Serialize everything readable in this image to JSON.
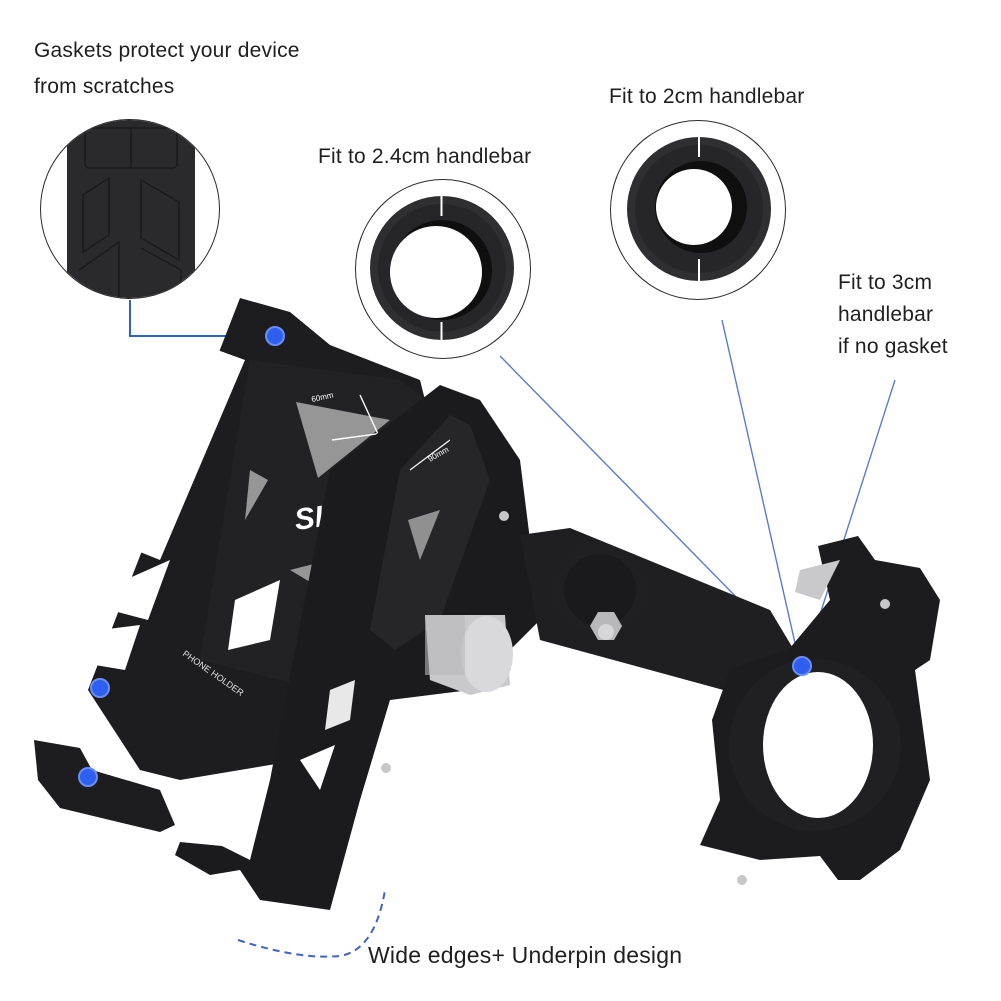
{
  "product": {
    "type": "bicycle phone holder mount",
    "brand_mark": "SIKI",
    "engraving_side": "PHONE HOLDER",
    "engraving_top_left": "60mm",
    "engraving_top_right": "90mm"
  },
  "callouts": {
    "gaskets": {
      "line1": "Gaskets protect your device",
      "line2": "from scratches"
    },
    "fit_2_4cm": {
      "text": "Fit to 2.4cm handlebar"
    },
    "fit_2cm": {
      "text": "Fit to 2cm handlebar"
    },
    "fit_3cm": {
      "line1": "Fit to 3cm",
      "line2": "handlebar",
      "line3": "if no gasket"
    },
    "wide_edges": {
      "text": "Wide edges+ Underpin design"
    }
  },
  "colors": {
    "accent_dot": "#2f5ff0",
    "leader_line": "#4a72c8",
    "metal_black": "#1c1c1e",
    "gasket_black": "#2b2b2d",
    "knob_silver": "#c9c9cb"
  }
}
